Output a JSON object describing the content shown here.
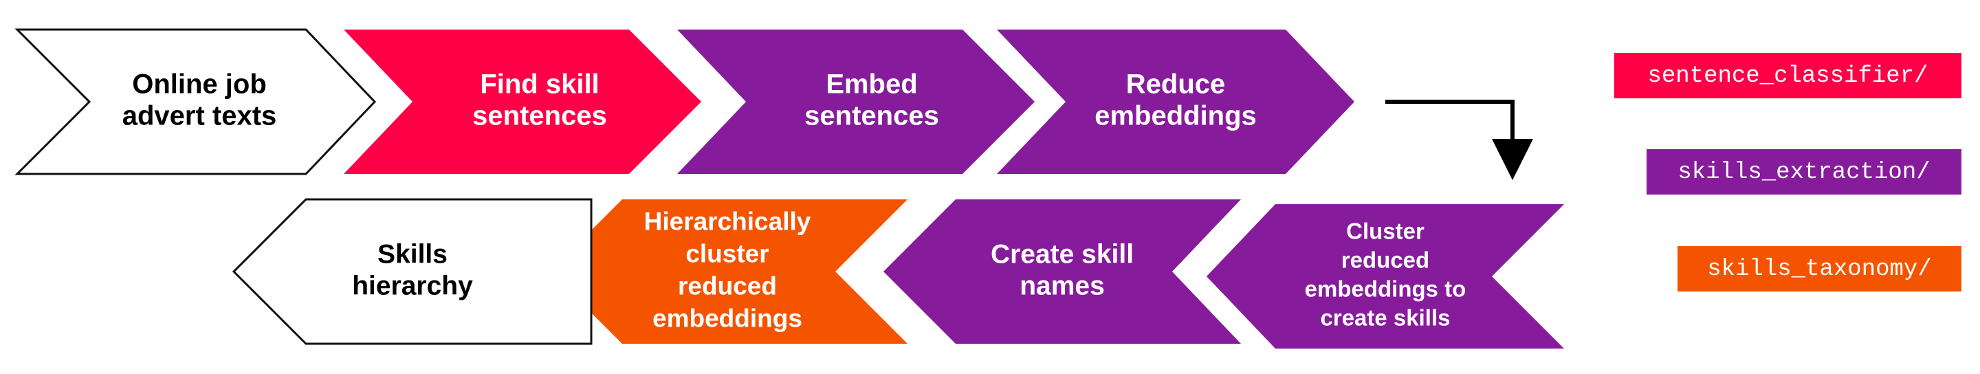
{
  "colors": {
    "white": "#ffffff",
    "red": "#ff0047",
    "purple": "#861c9b",
    "orange": "#f45400",
    "outline": "#111111"
  },
  "steps": [
    {
      "lines": [
        "Online job",
        "advert texts"
      ],
      "color": "white"
    },
    {
      "lines": [
        "Find skill",
        "sentences"
      ],
      "color": "red"
    },
    {
      "lines": [
        "Embed",
        "sentences"
      ],
      "color": "purple"
    },
    {
      "lines": [
        "Reduce",
        "embeddings"
      ],
      "color": "purple"
    },
    {
      "lines": [
        "Cluster",
        "reduced",
        "embeddings to",
        "create skills"
      ],
      "color": "purple"
    },
    {
      "lines": [
        "Create skill",
        "names"
      ],
      "color": "purple"
    },
    {
      "lines": [
        "Hierarchically",
        "cluster",
        "reduced",
        "embeddings"
      ],
      "color": "orange"
    },
    {
      "lines": [
        "Skills",
        "hierarchy"
      ],
      "color": "white"
    }
  ],
  "legend": [
    {
      "label": "sentence_classifier/",
      "color": "red"
    },
    {
      "label": "skills_extraction/",
      "color": "purple"
    },
    {
      "label": "skills_taxonomy/",
      "color": "orange"
    }
  ]
}
